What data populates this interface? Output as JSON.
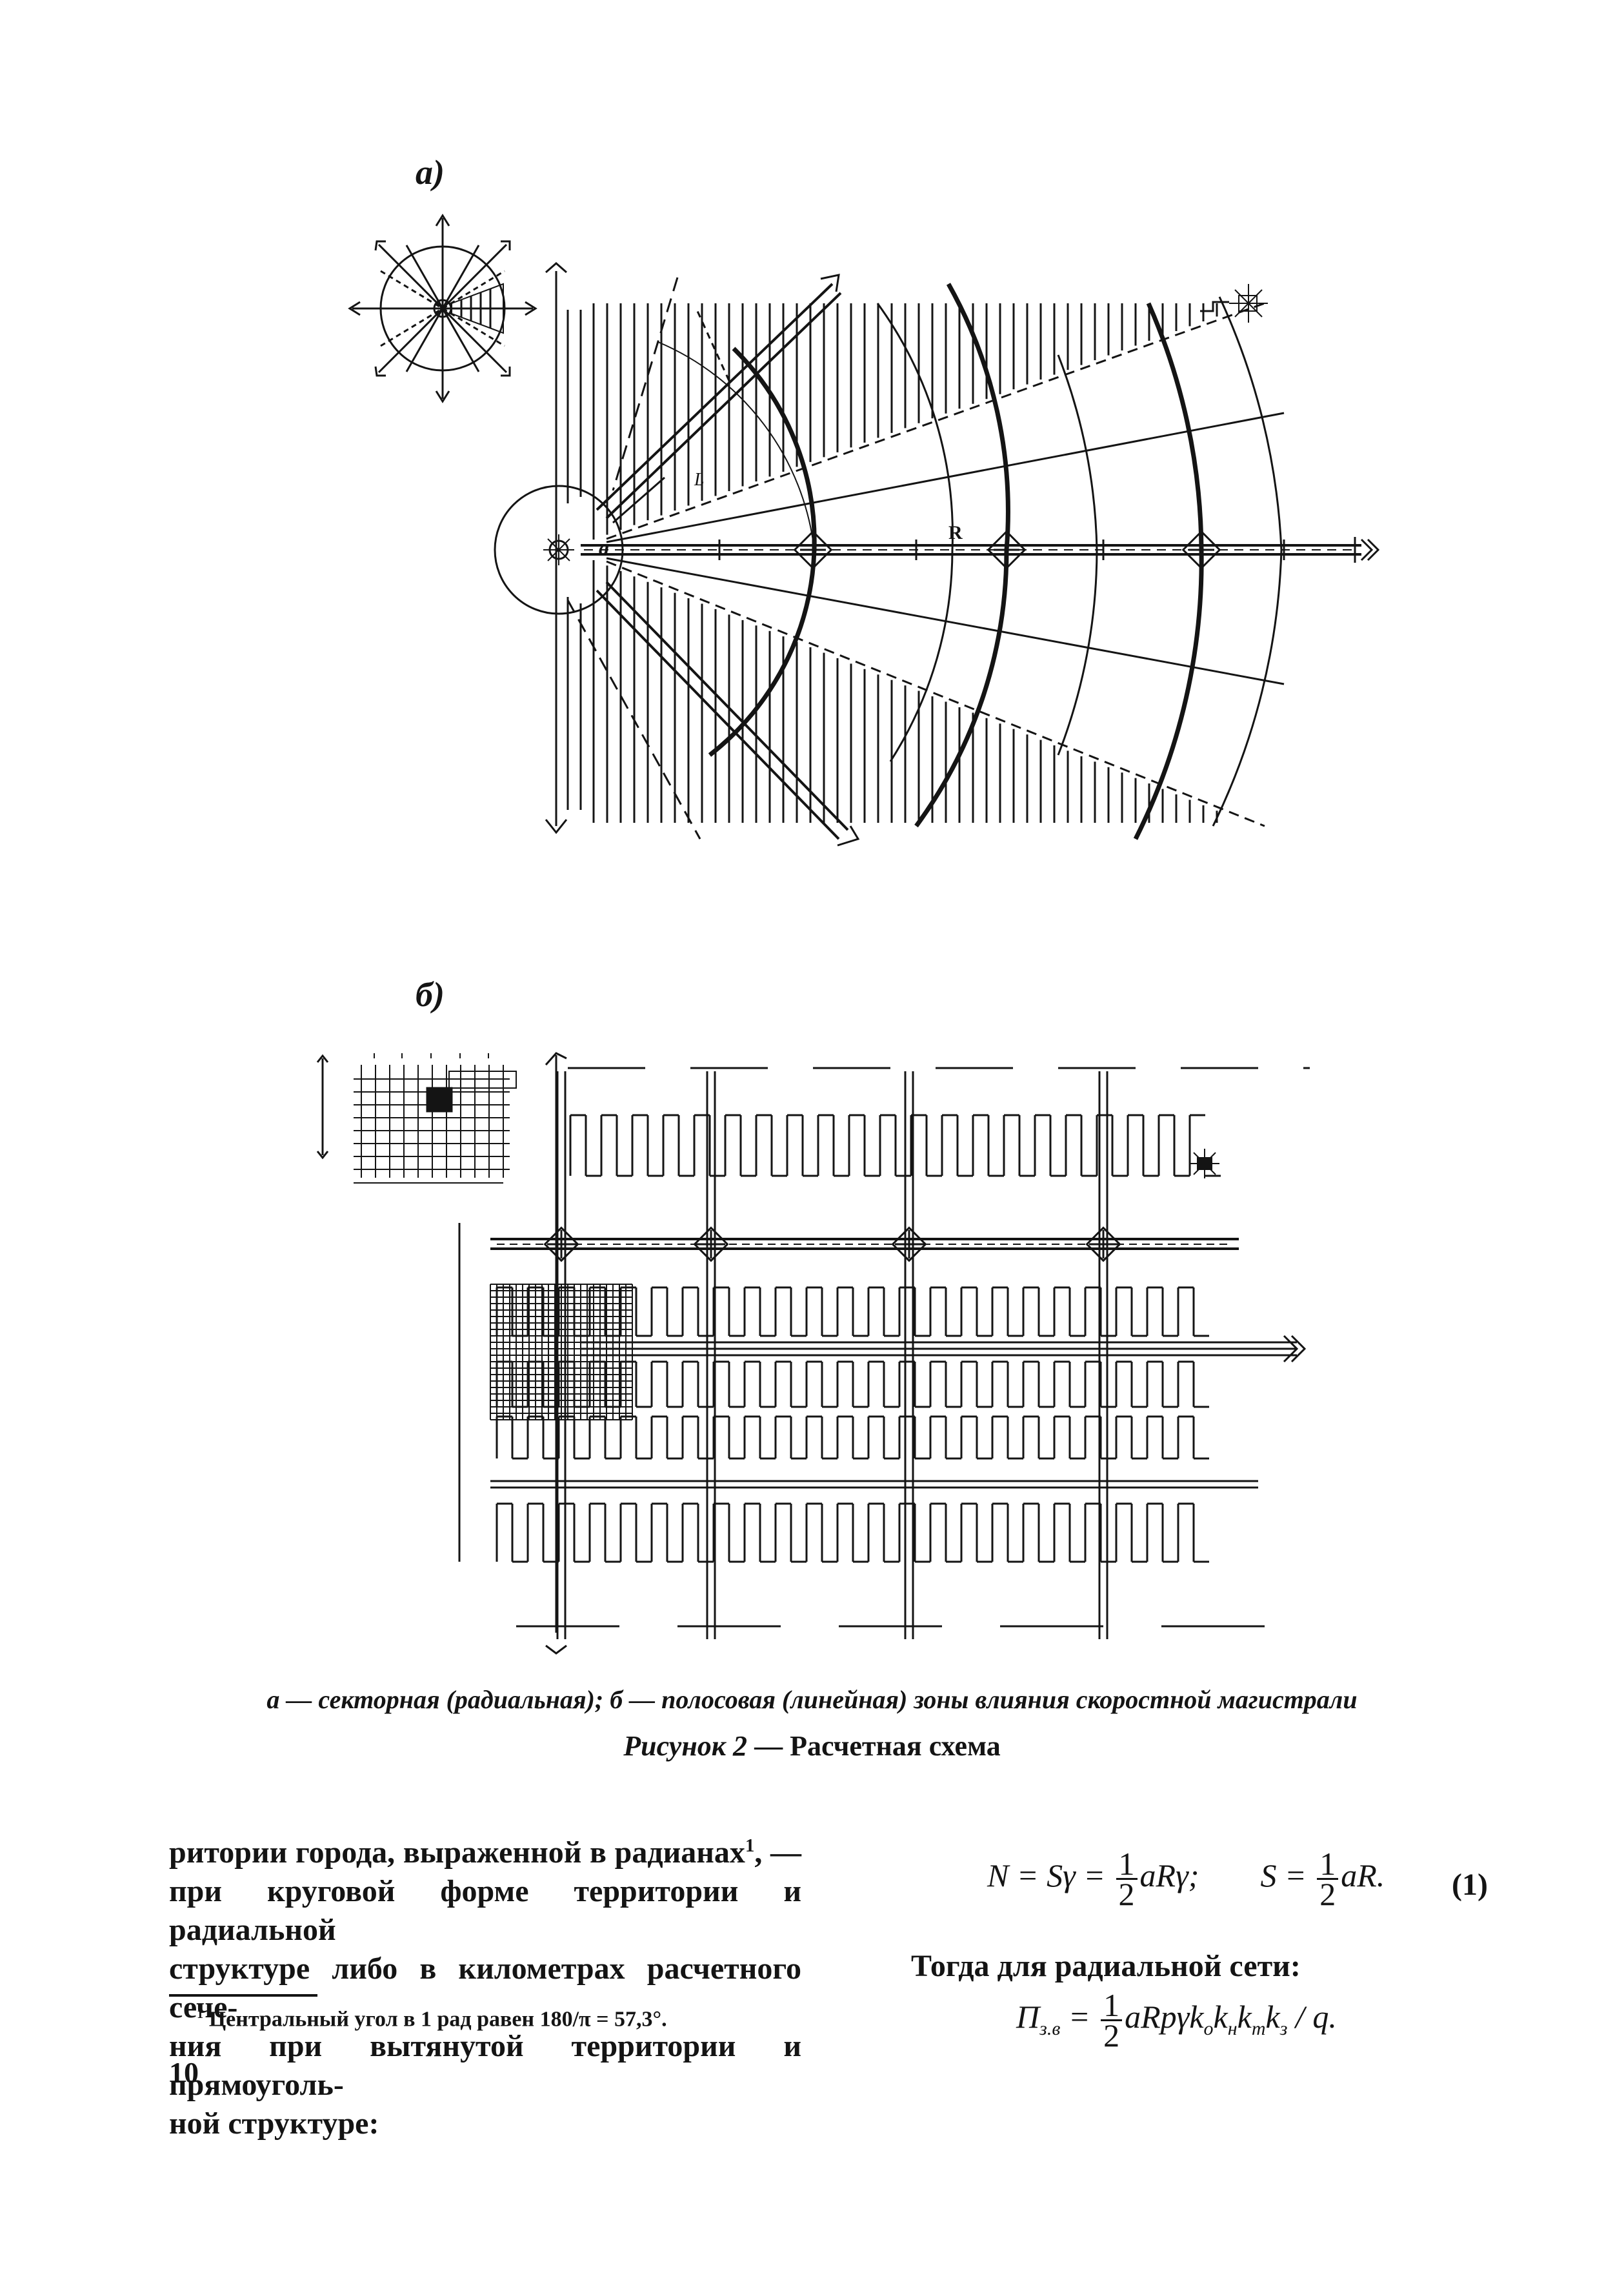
{
  "figure": {
    "label_a": "а)",
    "label_b": "б)",
    "diagram_a_labels": {
      "r": "R",
      "l": "L",
      "a": "а"
    },
    "caption_a": "а — секторная (радиальная);",
    "caption_b": "б — полосовая (линейная) зоны влияния скоростной магистрали",
    "title_prefix": "Рисунок 2",
    "title_dash": "—",
    "title_text": "Расчетная схема"
  },
  "body": {
    "col1_line1": "ритории города, выраженной в радианах",
    "col1_line1_sup": "1",
    "col1_line1_end": ", —",
    "col1_line2": "при круговой форме территории и радиальной",
    "col1_line3": "структуре либо в километрах расчетного сече-",
    "col1_line4": "ния при вытянутой территории и прямоуголь-",
    "col1_line5": "ной структуре:",
    "tog_line": "Тогда для радиальной сети:",
    "eq_number": "(1)",
    "eq1_left": "N = Sγ =",
    "frac_num": "1",
    "frac_den": "2",
    "eq1_mid": "aRγ;",
    "eq1_s": "S =",
    "eq1_end": "aR.",
    "eq2_left_main": "П",
    "eq2_left_sub": "з.в",
    "eq2_eq": "=",
    "eq2_right": "aRpγk",
    "eq2_k0": "o",
    "eq2_k": "k",
    "eq2_kn": "н",
    "eq2_kt_k": "k",
    "eq2_kt": "т",
    "eq2_kz_k": "k",
    "eq2_kz": "з",
    "eq2_tail": " / q."
  },
  "footnote": {
    "marker": "1",
    "text": "Центральный угол в 1 рад равен 180/π = 57,3°."
  },
  "page_number": "10"
}
